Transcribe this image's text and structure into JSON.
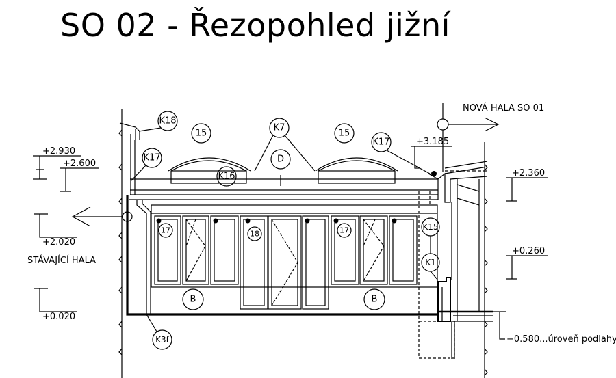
{
  "title": "SO 02 - Řezopohled jižní",
  "labels": {
    "new_hall": "NOVÁ HALA SO 01",
    "existing_hall": "STÁVAJÍCÍ HALA",
    "floor_level": "−0.580...úroveň podlahy"
  },
  "elevations": {
    "e2930": "+2.930",
    "e2600": "+2.600",
    "e2020": "+2.020",
    "e0020": "+0.020",
    "e3185": "+3.185",
    "e2360": "+2.360",
    "e0260": "+0.260"
  },
  "tags": {
    "k18": "K18",
    "k17a": "K17",
    "k17b": "K17",
    "k16": "K16",
    "k7": "K7",
    "d": "D",
    "n15a": "15",
    "n15b": "15",
    "n17a": "17",
    "n17b": "17",
    "n18": "18",
    "k15": "K15",
    "k1": "K1",
    "ba": "B",
    "bb": "B",
    "k3f": "K3f"
  }
}
